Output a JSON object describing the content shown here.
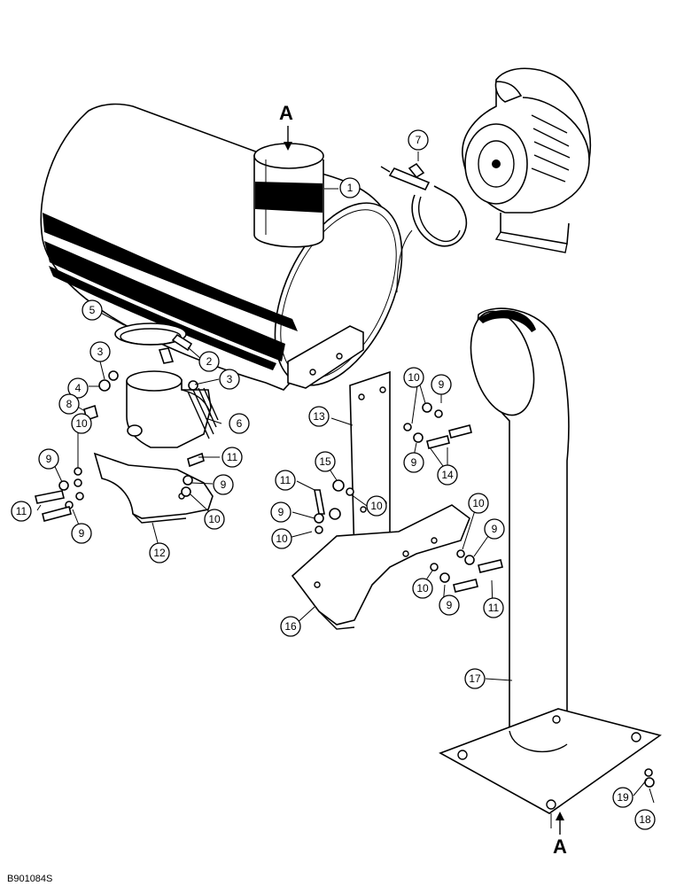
{
  "diagram": {
    "section_letters": {
      "top": "A",
      "bottom": "A"
    },
    "document_id": "B901084S",
    "callouts": [
      {
        "id": "c1",
        "label": "1"
      },
      {
        "id": "c2",
        "label": "2"
      },
      {
        "id": "c3a",
        "label": "3"
      },
      {
        "id": "c3b",
        "label": "3"
      },
      {
        "id": "c4",
        "label": "4"
      },
      {
        "id": "c5",
        "label": "5"
      },
      {
        "id": "c6",
        "label": "6"
      },
      {
        "id": "c7",
        "label": "7"
      },
      {
        "id": "c8",
        "label": "8"
      },
      {
        "id": "c9a",
        "label": "9"
      },
      {
        "id": "c9b",
        "label": "9"
      },
      {
        "id": "c9c",
        "label": "9"
      },
      {
        "id": "c9d",
        "label": "9"
      },
      {
        "id": "c9e",
        "label": "9"
      },
      {
        "id": "c9f",
        "label": "9"
      },
      {
        "id": "c9g",
        "label": "9"
      },
      {
        "id": "c9h",
        "label": "9"
      },
      {
        "id": "c10a",
        "label": "10"
      },
      {
        "id": "c10b",
        "label": "10"
      },
      {
        "id": "c10c",
        "label": "10"
      },
      {
        "id": "c10d",
        "label": "10"
      },
      {
        "id": "c10e",
        "label": "10"
      },
      {
        "id": "c10f",
        "label": "10"
      },
      {
        "id": "c10g",
        "label": "10"
      },
      {
        "id": "c11a",
        "label": "11"
      },
      {
        "id": "c11b",
        "label": "11"
      },
      {
        "id": "c11c",
        "label": "11"
      },
      {
        "id": "c11d",
        "label": "11"
      },
      {
        "id": "c12",
        "label": "12"
      },
      {
        "id": "c13",
        "label": "13"
      },
      {
        "id": "c14",
        "label": "14"
      },
      {
        "id": "c15",
        "label": "15"
      },
      {
        "id": "c16",
        "label": "16"
      },
      {
        "id": "c17",
        "label": "17"
      },
      {
        "id": "c18",
        "label": "18"
      },
      {
        "id": "c19",
        "label": "19"
      }
    ]
  }
}
